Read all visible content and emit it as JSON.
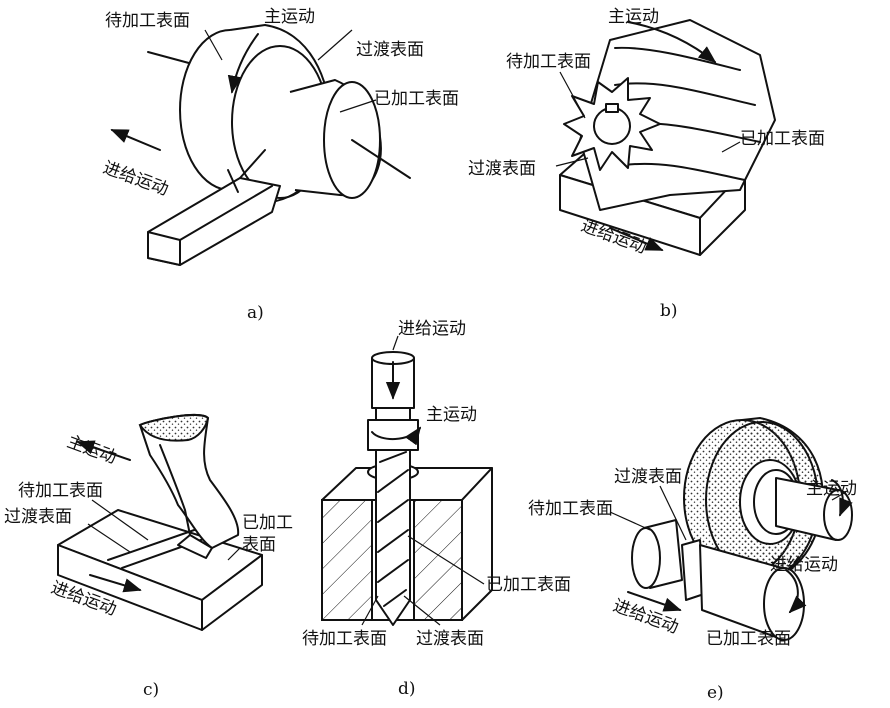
{
  "labels": {
    "surface_to_be_machined": "待加工表面",
    "transitional_surface": "过渡表面",
    "machined_surface": "已加工表面",
    "machined_surface_line1": "已加工",
    "machined_surface_line2": "表面",
    "primary_motion": "主运动",
    "feed_motion": "进给运动"
  },
  "captions": [
    "a)",
    "b)",
    "c)",
    "d)",
    "e)"
  ],
  "colors": {
    "line": "#111111",
    "background": "#ffffff"
  }
}
